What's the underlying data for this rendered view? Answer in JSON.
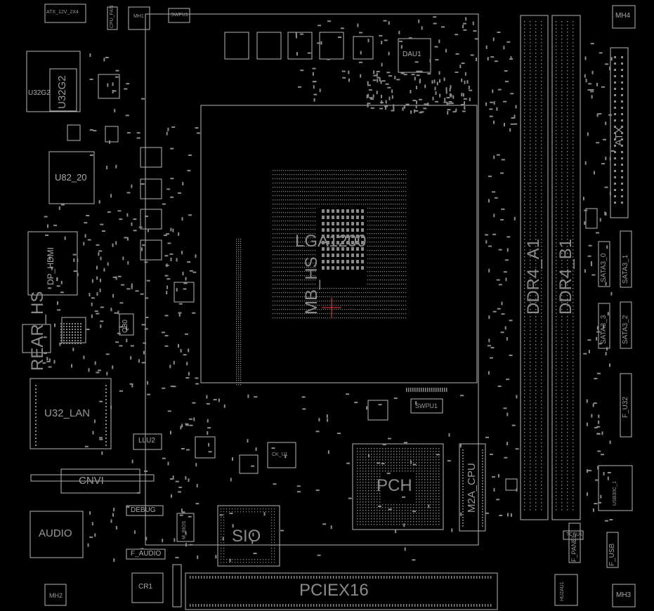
{
  "colors": {
    "background": "#000000",
    "outline": "#b4b4b4",
    "pad": "#8c8c8c",
    "marker": "#ff3c3c"
  },
  "labels": {
    "atx_12v": "ATX_12V_2X4",
    "cpu_fan": "CPU_FAN",
    "mh1": "MH1",
    "swpu": "SWPU1",
    "mh4": "MH4",
    "dau1": "DAU1",
    "u32g2_small": "U32G2",
    "u32g2": "U32G2",
    "atx": "ATX",
    "u82_20": "U82_20",
    "lga": "LGA1200",
    "mb_hs": "MB_HS",
    "ddr4_a1": "DDR4_A1",
    "ddr4_b1": "DDR4_B1",
    "dp_hdmi": "DP_HDMI",
    "rear_hs": "REAR_HS",
    "sata3_0": "SATA3_0",
    "sata3_1": "SATA3_1",
    "sata3_3": "SATA3_3",
    "sata3_2": "SATA3_2",
    "q80": "Q80",
    "u32_lan": "U32_LAN",
    "swpu1": "SWPU1",
    "f_u32": "F_U32",
    "llu2": "LLU2",
    "ck_u1": "CK_U1",
    "pch": "PCH",
    "m2a_cpu": "M2A_CPU",
    "cnvi": "CNVI",
    "usb30c": "USB30C_1",
    "debug": "DEBUG",
    "m_bios": "M_BIOS",
    "sio": "SIO",
    "audio": "AUDIO",
    "f_audio": "F_AUDIO",
    "f_panel": "F_PANEL",
    "f_usb": "F_USB",
    "tcbu1": "TCBU1",
    "mh2": "MH2",
    "cr1": "CR1",
    "pciex16": "PCIEX16",
    "hu2au1": "HU2AU1",
    "mh3": "MH3"
  }
}
